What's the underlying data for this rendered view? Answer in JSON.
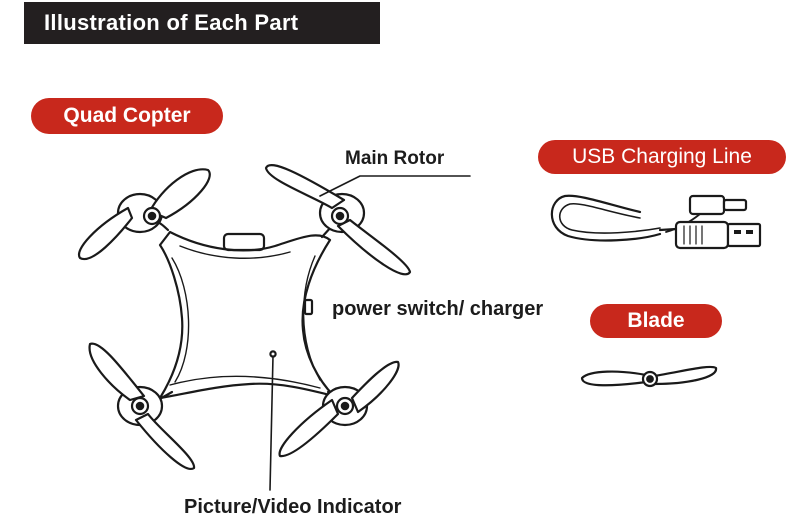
{
  "header": {
    "title": "Illustration of Each Part"
  },
  "sections": {
    "quad_copter": "Quad Copter",
    "usb_line": "USB Charging Line",
    "blade": "Blade"
  },
  "labels": {
    "main_rotor": "Main Rotor",
    "power_switch": "power switch/ charger",
    "indicator": "Picture/Video Indicator"
  },
  "colors": {
    "header_bg": "#231f20",
    "accent": "#c8281c",
    "ink": "#1a1a1a"
  }
}
